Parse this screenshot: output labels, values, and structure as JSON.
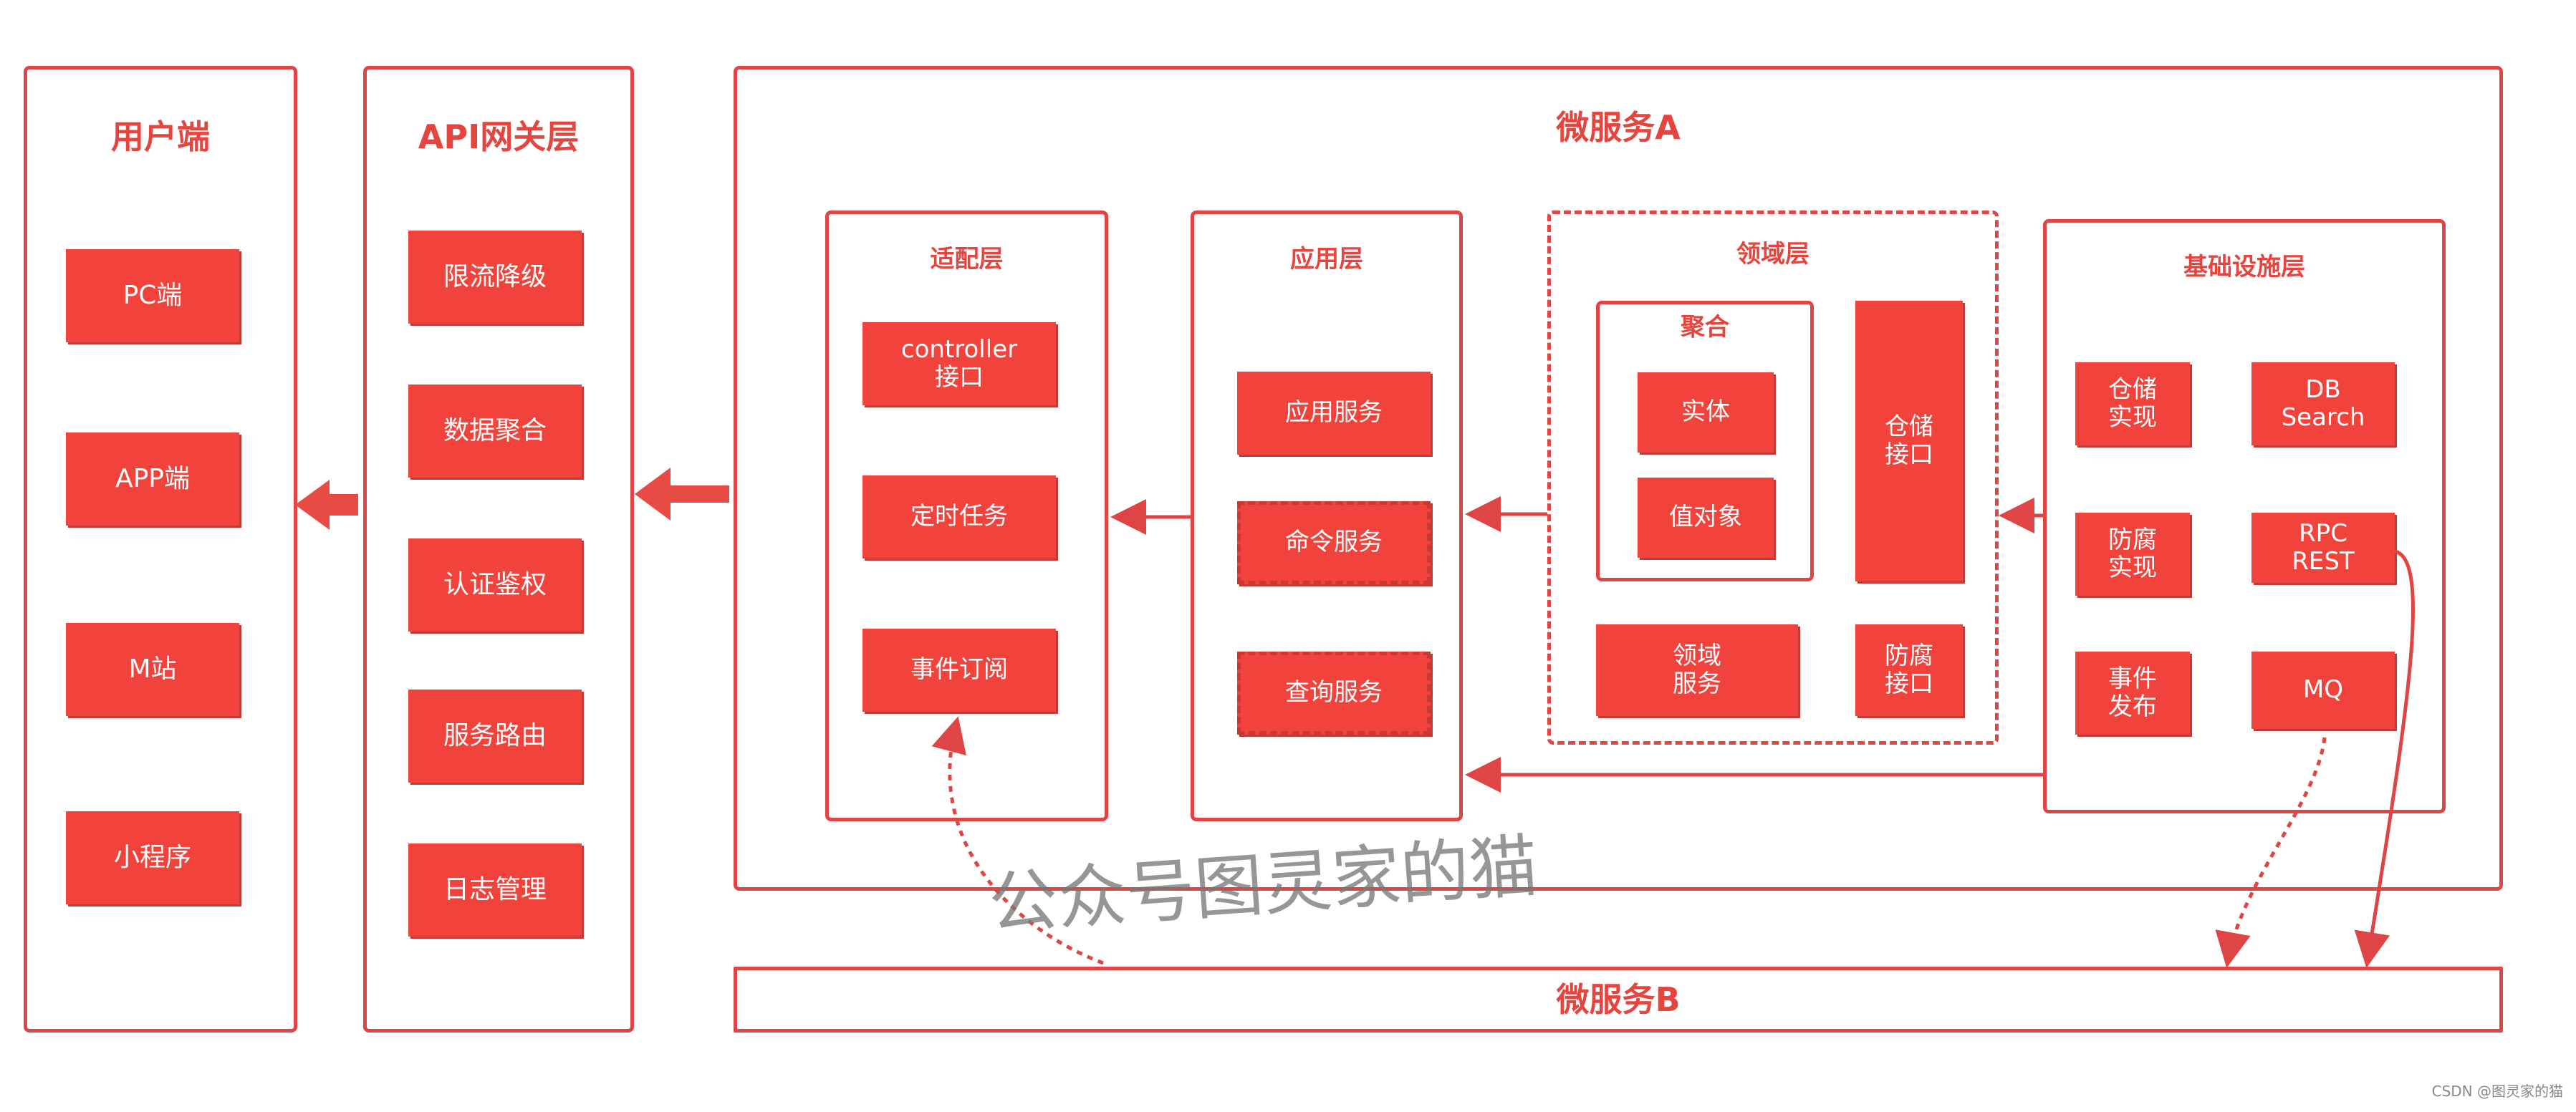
{
  "user_side": {
    "title": "用户端",
    "items": [
      "PC端",
      "APP端",
      "M站",
      "小程序"
    ]
  },
  "gateway": {
    "title": "API网关层",
    "items": [
      "限流降级",
      "数据聚合",
      "认证鉴权",
      "服务路由",
      "日志管理"
    ]
  },
  "microservice_a": {
    "title": "微服务A",
    "adapter": {
      "title": "适配层",
      "items": [
        "controller\n接口",
        "定时任务",
        "事件订阅"
      ]
    },
    "application": {
      "title": "应用层",
      "items": [
        "应用服务",
        "命令服务",
        "查询服务"
      ]
    },
    "domain": {
      "title": "领域层",
      "aggregate": {
        "title": "聚合",
        "items": [
          "实体",
          "值对象"
        ]
      },
      "repository_interface": "仓储\n接口",
      "domain_service": "领域\n服务",
      "anticorruption_interface": "防腐\n接口"
    },
    "infrastructure": {
      "title": "基础设施层",
      "items": [
        "仓储\n实现",
        "DB\nSearch",
        "防腐\n实现",
        "RPC\nREST",
        "事件\n发布",
        "MQ"
      ]
    }
  },
  "microservice_b": {
    "title": "微服务B"
  },
  "watermark": "公众号图灵家的猫",
  "credit": "CSDN @图灵家的猫"
}
